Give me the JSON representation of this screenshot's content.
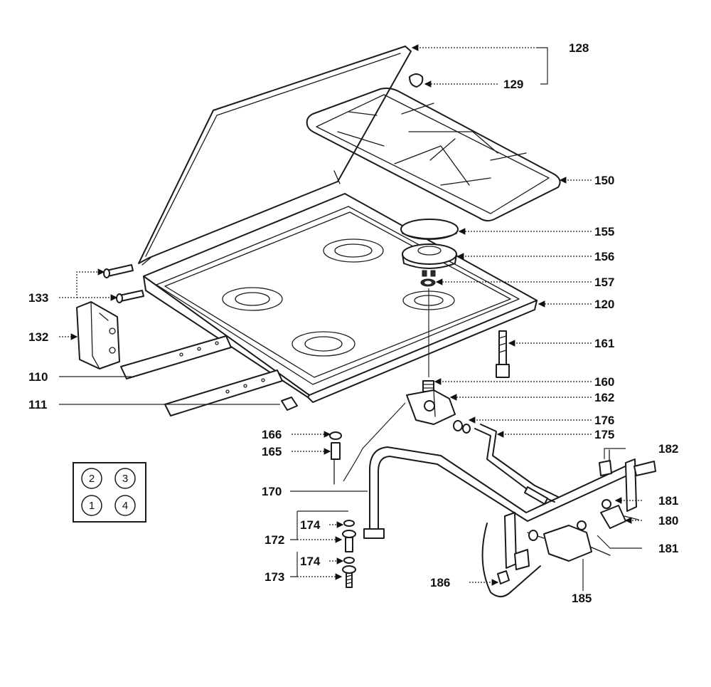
{
  "callouts": {
    "c128": "128",
    "c129": "129",
    "c150": "150",
    "c155": "155",
    "c156": "156",
    "c157": "157",
    "c120": "120",
    "c161": "161",
    "c160": "160",
    "c162": "162",
    "c176": "176",
    "c175": "175",
    "c182": "182",
    "c181a": "181",
    "c180": "180",
    "c181b": "181",
    "c185": "185",
    "c186": "186",
    "c133": "133",
    "c132": "132",
    "c110": "110",
    "c111": "111",
    "c166": "166",
    "c165": "165",
    "c170": "170",
    "c174a": "174",
    "c172": "172",
    "c174b": "174",
    "c173": "173"
  },
  "burner_key": {
    "top_left": "2",
    "top_right": "3",
    "bottom_left": "1",
    "bottom_right": "4"
  }
}
